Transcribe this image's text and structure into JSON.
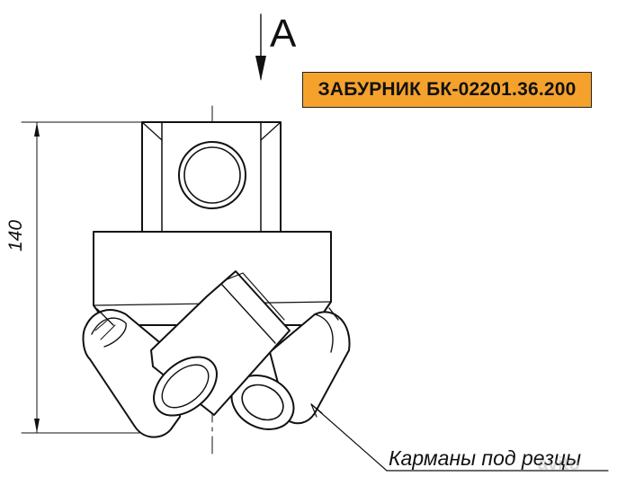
{
  "title": "ЗАБУРНИК БК-02201.36.200",
  "view_marker": "A",
  "dimension": "140",
  "callout": "Карманы под резцы",
  "watermark": "avito",
  "colors": {
    "badge": "#f5a22d",
    "line": "#111111",
    "background": "#ffffff"
  }
}
